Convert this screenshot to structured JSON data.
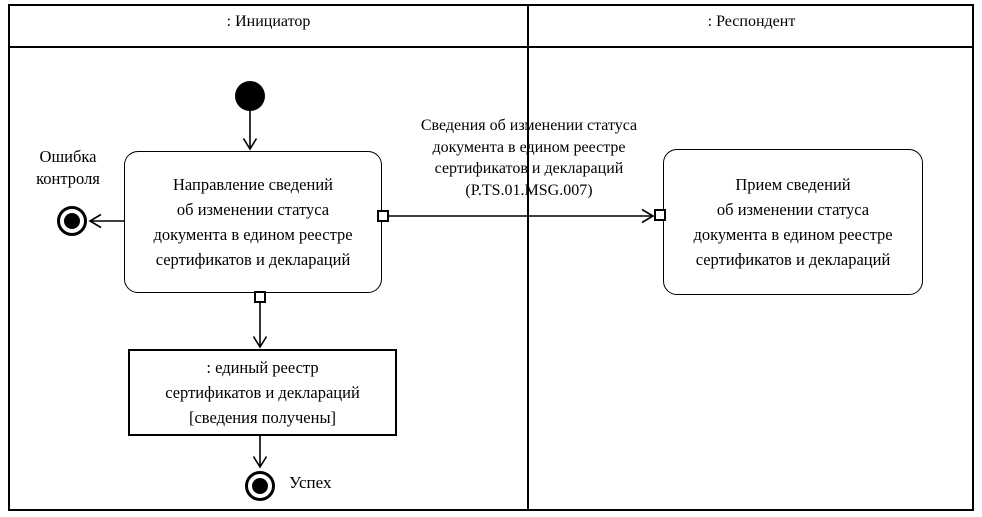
{
  "diagram": {
    "lanes": [
      {
        "label": ": Инициатор"
      },
      {
        "label": ": Респондент"
      }
    ],
    "send_activity": {
      "lines": [
        "Направление сведений",
        "об изменении статуса",
        "документа в едином реестре",
        "сертификатов и деклараций"
      ]
    },
    "receive_activity": {
      "lines": [
        "Прием сведений",
        "об изменении статуса",
        "документа в едином реестре",
        "сертификатов и деклараций"
      ]
    },
    "registry_object": {
      "lines": [
        ": единый реестр",
        "сертификатов и деклараций",
        "[сведения получены]"
      ]
    },
    "message": {
      "lines": [
        "Сведения об изменении статуса",
        "документа в едином реестре",
        "сертификатов и деклараций",
        "(P.TS.01.MSG.007)"
      ]
    },
    "error_outcome": {
      "lines": [
        "Ошибка",
        "контроля"
      ]
    },
    "success_outcome": {
      "label": "Успех"
    },
    "colors": {
      "line": "#000000",
      "background": "#ffffff"
    }
  }
}
